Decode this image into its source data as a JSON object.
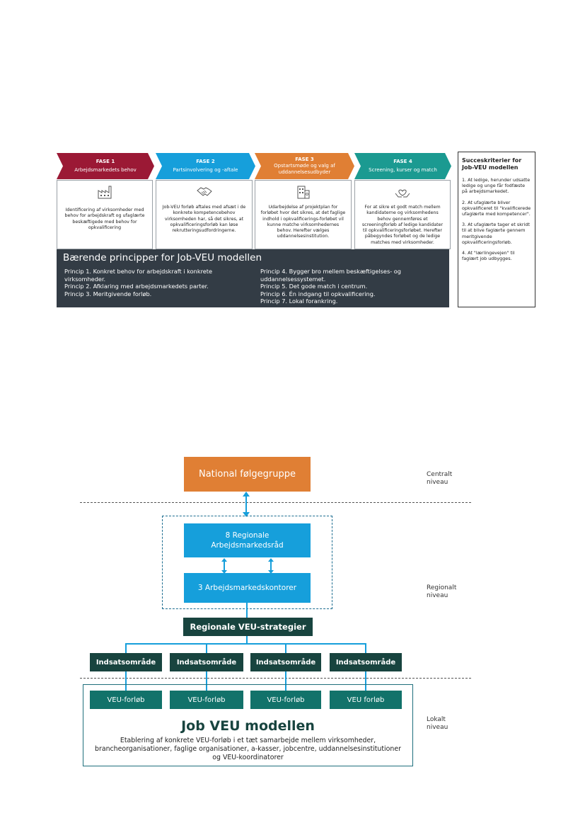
{
  "phases": [
    {
      "title": "FASE 1",
      "subtitle": "Arbejdsmarkedets behov",
      "color": "#9b1935",
      "icon": "factory-icon",
      "text": "Identificering af virksomheder med behov for arbejdskraft og ufaglærte beskæftigede med behov for opkvalificering"
    },
    {
      "title": "FASE 2",
      "subtitle": "Partsinvolvering og -aftale",
      "color": "#169fdb",
      "icon": "handshake-icon",
      "text": "Job-VEU forløb aftales med afsæt i de konkrete kompetencebehov virksomheden har, så det sikres, at opkvalificeringsforløb kan løse rekrutteringsudfordringerne."
    },
    {
      "title": "FASE 3",
      "subtitle": "Opstartsmøde og valg af uddannelsesudbyder",
      "color": "#e07f34",
      "icon": "building-icon",
      "text": "Udarbejdelse af projektplan for forløbet hvor det sikres, at det faglige indhold i opkvalificerings-forløbet vil kunne matche virksomhedernes behov. Herefter vælges uddannelsesinstitution."
    },
    {
      "title": "FASE 4",
      "subtitle": "Screening, kurser og match",
      "color": "#1b9a91",
      "icon": "hands-heart-icon",
      "text": "For at sikre et godt match mellem kandidaterne og virksomhedens behov gennemføres et screeningforløb af ledige kandidater til opkvalificeringsforløbet. Herefter påbegyndes forløbet og de ledige matches med virksomheder."
    }
  ],
  "principles": {
    "title": "Bærende principper for Job-VEU modellen",
    "left": [
      "Princip 1. Konkret behov for arbejdskraft i konkrete virksomheder.",
      "Princip 2. Afklaring med arbejdsmarkedets parter.",
      "Princip 3. Meritgivende forløb."
    ],
    "right": [
      "Princip 4. Bygger bro mellem beskæftigelses- og uddannelsessystemet.",
      "Princip 5. Det gode match i centrum.",
      "Princip 6. Én indgang til opkvalificering.",
      "Princip 7. Lokal forankring."
    ]
  },
  "success": {
    "title": "Succeskriterier for Job-VEU modellen",
    "items": [
      "1. At ledige, herunder udsatte ledige og unge får fodfæste på arbejdsmarkedet.",
      "2. At ufaglærte bliver opkvalificeret til \"kvalificerede ufaglærte med kompetencer\".",
      "3. At ufaglærte tager et skridt til at blive faglærte gennem meritgivende opkvalificeringsforløb.",
      "4. At \"lærlingevejen\" til faglært job udbygges."
    ]
  },
  "org": {
    "national": "National følgegruppe",
    "regional_councils": "8 Regionale Arbejdsmarkedsråd",
    "offices": "3 Arbejdsmarkedskontorer",
    "strategies": "Regionale VEU-strategier",
    "areas": [
      "Indsatsområde",
      "Indsatsområde",
      "Indsatsområde",
      "Indsatsområde"
    ],
    "courses": [
      "VEU-forløb",
      "VEU-forløb",
      "VEU-forløb",
      "VEU forløb"
    ],
    "model_title": "Job VEU modellen",
    "model_text": "Etablering af konkrete VEU-forløb i et tæt samarbejde mellem virksomheder, brancheorganisationer, faglige organisationer, a-kasser, jobcentre, uddannelsesinstitutioner og VEU-koordinatorer",
    "levels": [
      "Centralt niveau",
      "Regionalt niveau",
      "Lokalt niveau"
    ]
  }
}
